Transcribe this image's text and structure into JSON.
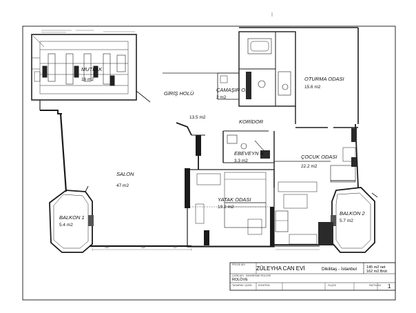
{
  "rooms": {
    "mutfak": {
      "name": "MUTFAK",
      "area": "16 m2"
    },
    "giris": {
      "name": "GİRİŞ HOLÜ",
      "area": "13.5 m2"
    },
    "camasir": {
      "name": "ÇAMAŞIR O.",
      "area": "2 m2"
    },
    "oturma": {
      "name": "OTURMA ODASI",
      "area": "15.6 m2"
    },
    "koridor": {
      "name": "KORİDOR",
      "area": ""
    },
    "ebeveyn": {
      "name": "EBEVEYN B.",
      "area": "3.3 m2"
    },
    "cocuk": {
      "name": "ÇOCUK ODASI",
      "area": "22.2 m2"
    },
    "salon": {
      "name": "SALON",
      "area": "47 m2"
    },
    "yatak": {
      "name": "YATAK ODASI",
      "area": "19.2 m2"
    },
    "balkon1": {
      "name": "BALKON 1",
      "area": "5.4 m2"
    },
    "balkon2": {
      "name": "BALKON 2",
      "area": "5.7 m2"
    }
  },
  "title_block": {
    "project_label": "PROJE ADI",
    "project_name": "ZÜLEYHA CAN EVİ",
    "location": "Dikilitaş - İstanbul",
    "net_area": "145 m2 net",
    "gross_area": "162 m2 Brüt",
    "drawing_label": "ÇİZİM ADI - SAHNESİNE ROLÖVE",
    "drawing_name": "ROLÖVE",
    "col1": "TASARIM / ÇİZİM",
    "col2": "KONTROL",
    "col3": "ÖLÇEK",
    "col4": "PAFTA NO",
    "sheet_no": "1"
  },
  "colors": {
    "wall": "#1a1a1a",
    "line": "#333333",
    "hatch": "#777777"
  }
}
